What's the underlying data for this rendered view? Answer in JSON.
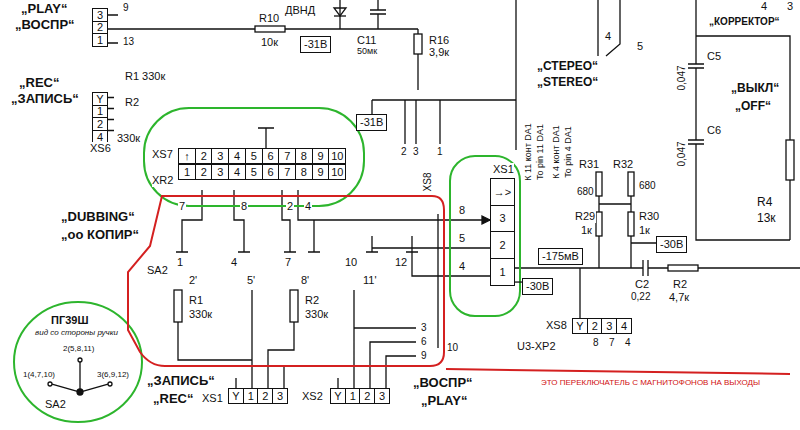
{
  "diagram": {
    "nodes": [
      {
        "text": [
          "3",
          "2",
          "1"
        ]
      },
      {
        "text": [
          "XS6",
          "Y",
          "1",
          "2",
          "4"
        ]
      },
      {
        "text": [
          "-31В"
        ]
      },
      {
        "text": [
          "XS7",
          "XR2",
          "↑",
          "2",
          "3",
          "4",
          "5",
          "6",
          "7",
          "8",
          "9",
          "10",
          "1",
          "2",
          "3",
          "4",
          "5",
          "6",
          "7",
          "8",
          "9",
          "10"
        ]
      },
      {
        "text": [
          "-31В"
        ]
      },
      {
        "text": [
          "XS1",
          "→>",
          "3",
          "2",
          "1"
        ]
      },
      {
        "text": [
          "-175мВ"
        ]
      },
      {
        "text": [
          "-30В"
        ]
      },
      {
        "text": [
          "-30В"
        ]
      },
      {
        "text": [
          "XS8",
          "Y",
          "2",
          "3",
          "4"
        ]
      },
      {
        "text": [
          "XS1",
          "Y",
          "1",
          "2",
          "3"
        ]
      },
      {
        "text": [
          "XS2",
          "Y",
          "1",
          "2",
          "3"
        ]
      }
    ],
    "edges": [
      {
        "from": 5,
        "to": 7,
        "arrow": "none"
      }
    ],
    "labels": [
      "„PLAY“",
      "„ВОСПР“",
      "„REC“",
      "„ЗАПИСЬ“",
      "R1 330к",
      "R2",
      "330к",
      "9",
      "13",
      "R10",
      "10к",
      "ДВНД",
      "C11",
      "50мк",
      "R16",
      "3,9к",
      "„СТЕРЕО“",
      "„STEREO“",
      "4",
      "5",
      "4",
      "3",
      "„КОРРЕКТОР“",
      "C5",
      "0,047",
      "„ВЫКЛ“",
      "„OFF“",
      "C6",
      "0,047",
      "R4",
      "13к",
      "2",
      "3",
      "1",
      "XS8",
      "8",
      "5",
      "4",
      "К 11 конт DA1",
      "To pin 11 DA1",
      "К 4 конт DA1",
      "To pin 4 DA1",
      "R31",
      "680",
      "R29",
      "1к",
      "R32",
      "680",
      "R30",
      "1к",
      "C2",
      "0,22",
      "R2",
      "4,7к",
      "„DUBBING“",
      "„oo КОПИР“",
      "SA2",
      "7",
      "8",
      "2",
      "4",
      "1",
      "2'",
      "4",
      "5'",
      "7",
      "8'",
      "10",
      "11'",
      "12",
      "R1",
      "330к",
      "R2",
      "330к",
      "3",
      "6",
      "9",
      "10",
      "ПГ39Ш",
      "вид со стороны ручки",
      "2(5,8,11)",
      "1(4,7,10)",
      "3(6,9,12)",
      "SA2",
      "„ЗАПИСЬ“",
      "„REC“",
      "„ВОСПР“",
      "„PLAY“",
      "ЭТО ПЕРЕКЛЮЧАТЕЛЬ С МАГНИТОФОНОВ НА ВЫХОДЫ",
      "U3-XP2",
      "8",
      "7",
      "4"
    ]
  }
}
